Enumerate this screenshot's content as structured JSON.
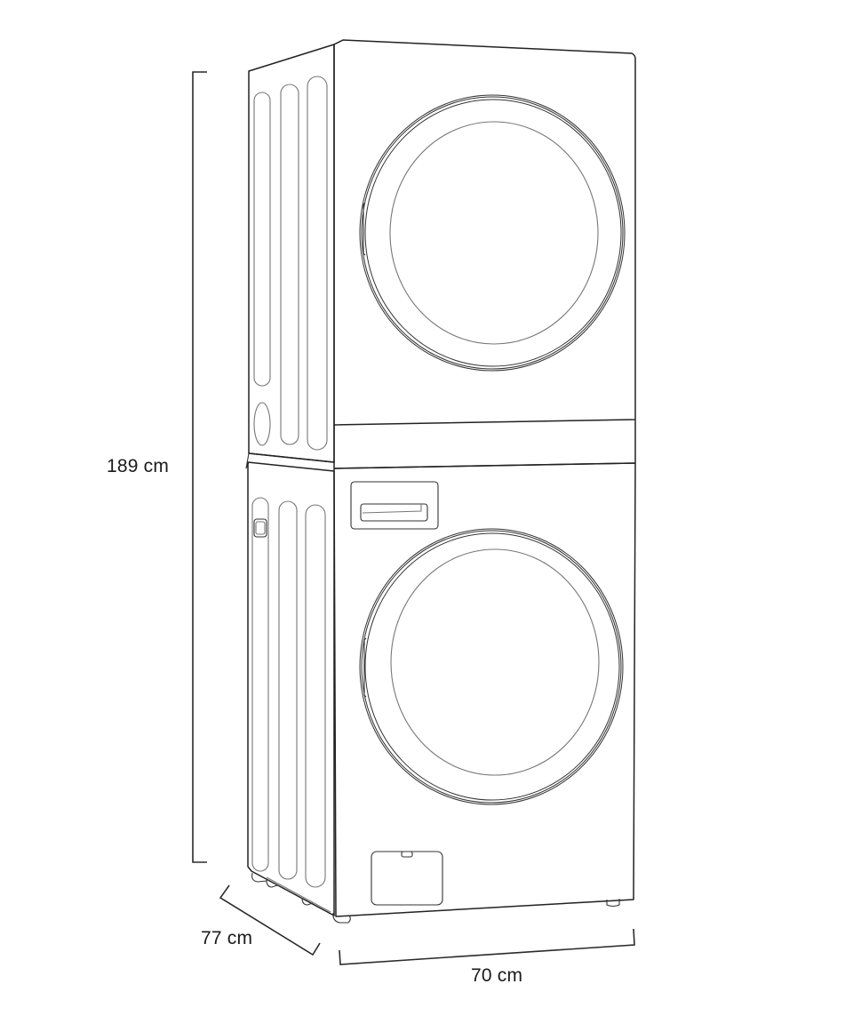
{
  "figure": {
    "subject": "Stacked washer-dryer tower, line drawing with dimensions",
    "line_color": "#222222",
    "background": "#ffffff"
  },
  "dimensions": {
    "height": {
      "label": "189 cm",
      "value": 189,
      "unit": "cm"
    },
    "depth": {
      "label": "77 cm",
      "value": 77,
      "unit": "cm"
    },
    "width": {
      "label": "70 cm",
      "value": 70,
      "unit": "cm"
    }
  },
  "components": {
    "upper_unit": {
      "name": "Dryer",
      "door": "round front door"
    },
    "lower_unit": {
      "name": "Washer",
      "door": "round front door",
      "detergent_drawer": true,
      "service_panel": true
    }
  }
}
